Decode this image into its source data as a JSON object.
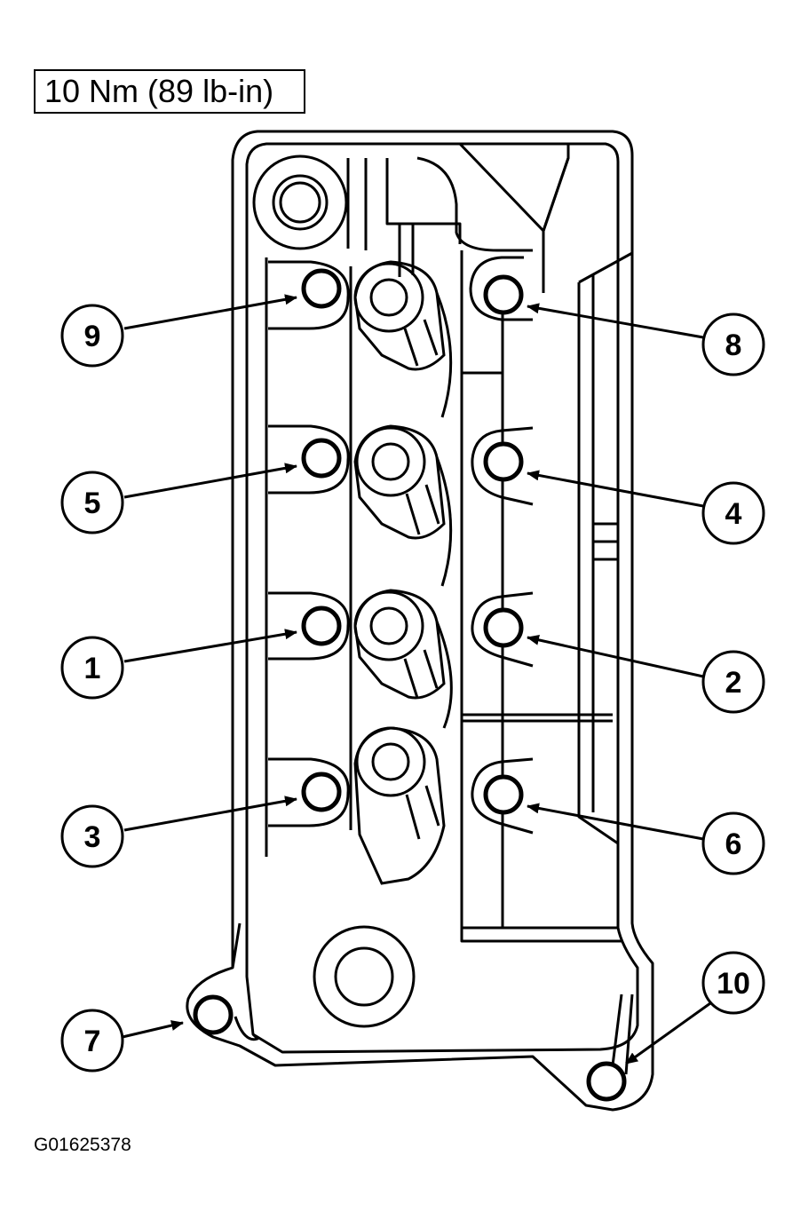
{
  "torque_spec": "10 Nm (89 lb-in)",
  "figure_id": "G01625378",
  "bolts": [
    {
      "id": "bolt-1",
      "label": "1"
    },
    {
      "id": "bolt-2",
      "label": "2"
    },
    {
      "id": "bolt-3",
      "label": "3"
    },
    {
      "id": "bolt-4",
      "label": "4"
    },
    {
      "id": "bolt-5",
      "label": "5"
    },
    {
      "id": "bolt-6",
      "label": "6"
    },
    {
      "id": "bolt-7",
      "label": "7"
    },
    {
      "id": "bolt-8",
      "label": "8"
    },
    {
      "id": "bolt-9",
      "label": "9"
    },
    {
      "id": "bolt-10",
      "label": "10"
    }
  ]
}
